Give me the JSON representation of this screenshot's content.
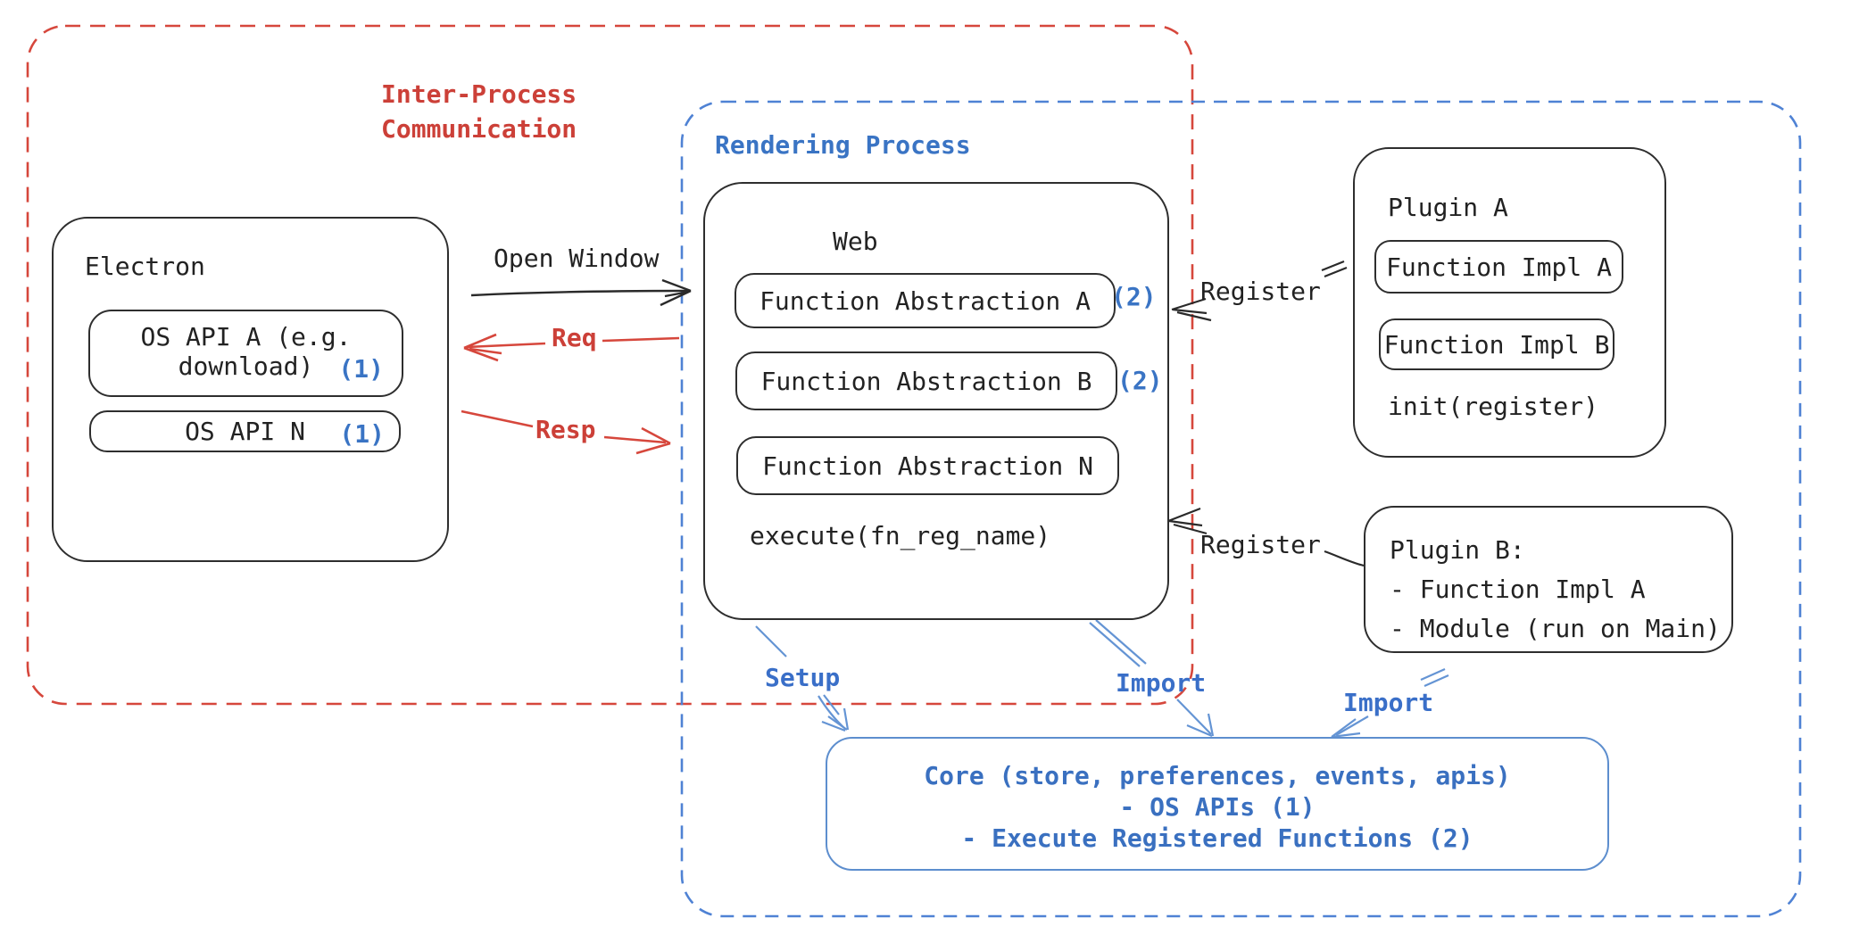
{
  "ipc_container": {
    "title_line1": "Inter-Process",
    "title_line2": "Communication"
  },
  "rendering_container": {
    "title": "Rendering Process"
  },
  "electron": {
    "title": "Electron",
    "api_a": {
      "line1": "OS API A (e.g.",
      "line2": "download)",
      "badge": "(1)"
    },
    "api_n": {
      "label": "OS API N",
      "badge": "(1)"
    }
  },
  "web": {
    "title": "Web",
    "items": [
      {
        "label": "Function Abstraction A",
        "badge": "(2)"
      },
      {
        "label": "Function Abstraction B",
        "badge": "(2)"
      },
      {
        "label": "Function Abstraction N",
        "badge": ""
      }
    ],
    "execute": "execute(fn_reg_name)"
  },
  "plugin_a": {
    "title": "Plugin A",
    "items": [
      {
        "label": "Function Impl A"
      },
      {
        "label": "Function Impl B"
      }
    ],
    "init": "init(register)"
  },
  "plugin_b": {
    "title": "Plugin B:",
    "lines": [
      "- Function Impl A",
      "- Module (run on Main)"
    ]
  },
  "core": {
    "lines": [
      "Core (store, preferences, events, apis)",
      "- OS APIs (1)",
      "- Execute Registered Functions (2)"
    ]
  },
  "arrow_labels": {
    "open_window": "Open Window",
    "req": "Req",
    "resp": "Resp",
    "register_top": "Register",
    "register_bottom": "Register",
    "setup": "Setup",
    "import_web": "Import",
    "import_plugin": "Import"
  },
  "colors": {
    "red": "#cc4038",
    "red_dash": "#d6473c",
    "blue": "#3a74c4",
    "blue_dash": "#4f82d4",
    "arrow_blue": "#6494d4",
    "core_border": "#5d8ece",
    "black": "#222222"
  }
}
